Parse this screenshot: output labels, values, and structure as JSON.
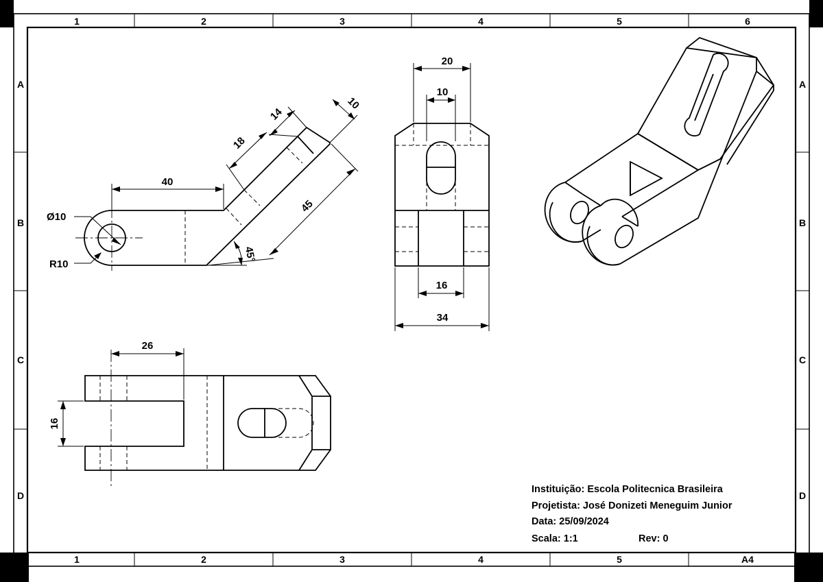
{
  "zones": {
    "columns": [
      "1",
      "2",
      "3",
      "4",
      "5",
      "6"
    ],
    "bottom_columns": [
      "1",
      "2",
      "3",
      "4",
      "5",
      "A4"
    ],
    "rows": [
      "A",
      "B",
      "C",
      "D"
    ]
  },
  "front_view": {
    "dia": "Ø10",
    "radius": "R10",
    "length": "40",
    "d18": "18",
    "d14": "14",
    "d10": "10",
    "d45": "45",
    "angle": "45°"
  },
  "side_view": {
    "d20": "20",
    "d10": "10",
    "d16": "16",
    "d34": "34"
  },
  "top_view": {
    "d26": "26",
    "d16": "16"
  },
  "title_block": {
    "institution": "Instituição: Escola Politecnica Brasileira",
    "designer": "Projetista: José Donizeti  Meneguim Junior",
    "date": "Data: 25/09/2024",
    "scale": "Scala: 1:1",
    "rev": "Rev: 0"
  }
}
